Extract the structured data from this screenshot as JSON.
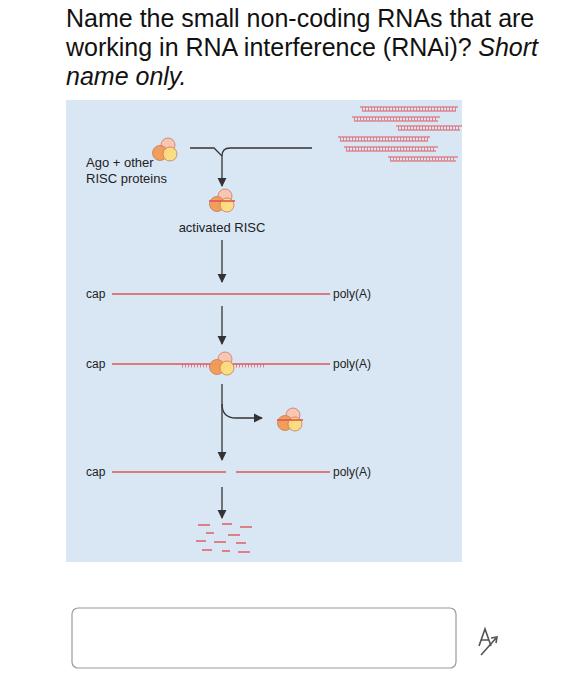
{
  "diagram": {
    "title": "Name the small non-coding RNAs that are working in RNA interference (RNAi)?",
    "nodes": [
      {
        "text": [
          "Ago + other RISC proteins"
        ]
      },
      {
        "text": [
          "activated RISC"
        ]
      },
      {
        "text": [
          "cap",
          "poly(A)"
        ]
      },
      {
        "text": [
          "cap",
          "poly(A)"
        ]
      },
      {
        "text": [
          "cap",
          "poly(A)"
        ]
      }
    ],
    "edges": [
      {
        "from": 0,
        "to": 1,
        "arrow": "to"
      },
      {
        "from": 1,
        "to": 2,
        "arrow": "to"
      },
      {
        "from": 2,
        "to": 3,
        "arrow": "to"
      },
      {
        "from": 3,
        "to": 4,
        "arrow": "to"
      }
    ],
    "labels": [
      "Short name only."
    ]
  }
}
